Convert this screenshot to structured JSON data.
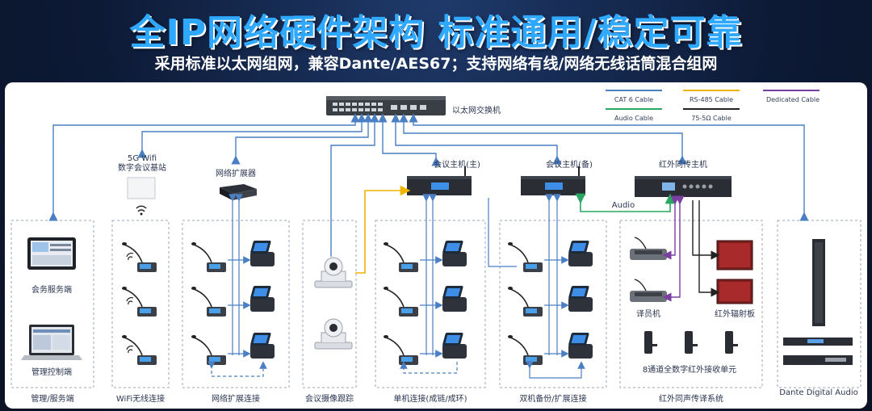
{
  "header": {
    "title": "全IP网络硬件架构  标准通用/稳定可靠",
    "subtitle": "采用标准以太网组网，兼容Dante/AES67；支持网络有线/网络无线话筒混合组网"
  },
  "devices": {
    "switch": "以太网交换机",
    "wifi_base": "5G Wifi\n数字会议基站",
    "expander": "网络扩展器",
    "host_main": "会议主机(主)",
    "host_backup": "会议主机(备)",
    "ir_host": "红外同传主机",
    "audio_link": "Audio",
    "server": "会务服务端",
    "admin": "管理控制端",
    "interpreter": "译员机",
    "ir_radiator": "红外辐射板",
    "ir_receiver": "8通道全数字红外接收单元"
  },
  "legend": [
    {
      "label": "CAT 6 Cable",
      "color": "#4a7fc4"
    },
    {
      "label": "RS-485 Cable",
      "color": "#f0b400"
    },
    {
      "label": "Dedicated Cable",
      "color": "#7a3fa0"
    },
    {
      "label": "Audio Cable",
      "color": "#28a860"
    },
    {
      "label": "75-5Ω Cable",
      "color": "#222222"
    }
  ],
  "groups": [
    "管理/服务端",
    "WiFi无线连接",
    "网络扩展连接",
    "会议摄像跟踪",
    "单机连接(成链/成环)",
    "双机备份/扩展连接",
    "红外同声传译系统",
    "Dante Digital Audio"
  ]
}
